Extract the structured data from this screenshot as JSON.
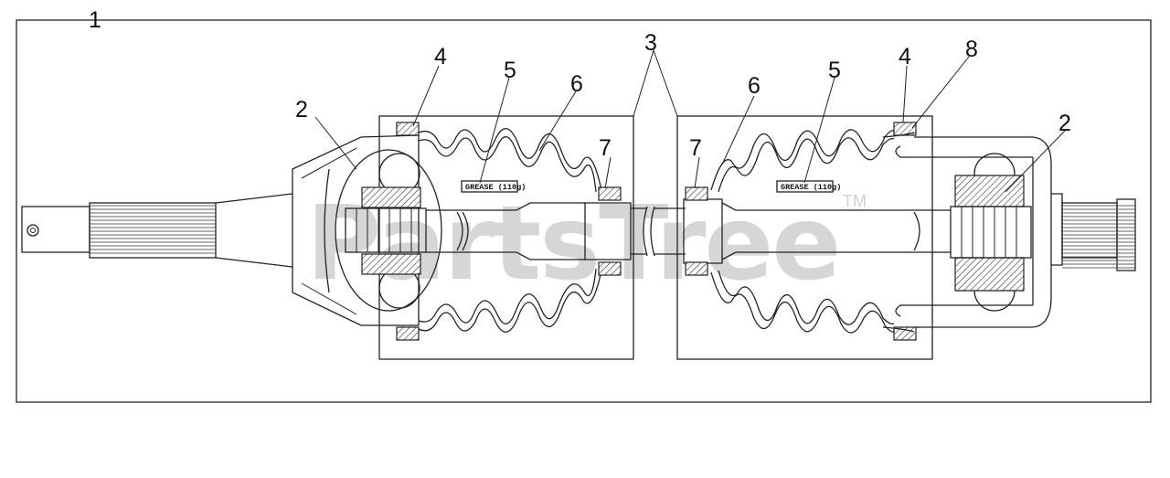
{
  "watermark": {
    "text": "PartsTree",
    "trademark": "TM"
  },
  "callouts": [
    {
      "id": "c1",
      "label": "1"
    },
    {
      "id": "c2-left",
      "label": "2"
    },
    {
      "id": "c2-right",
      "label": "2"
    },
    {
      "id": "c3",
      "label": "3"
    },
    {
      "id": "c4-left",
      "label": "4"
    },
    {
      "id": "c4-right",
      "label": "4"
    },
    {
      "id": "c5-left",
      "label": "5"
    },
    {
      "id": "c5-right",
      "label": "5"
    },
    {
      "id": "c6-left",
      "label": "6"
    },
    {
      "id": "c6-right",
      "label": "6"
    },
    {
      "id": "c7-left",
      "label": "7"
    },
    {
      "id": "c7-right",
      "label": "7"
    },
    {
      "id": "c8",
      "label": "8"
    }
  ],
  "grease_tags": {
    "left": "GREASE (110g)",
    "right": "GREASE (110g)"
  }
}
